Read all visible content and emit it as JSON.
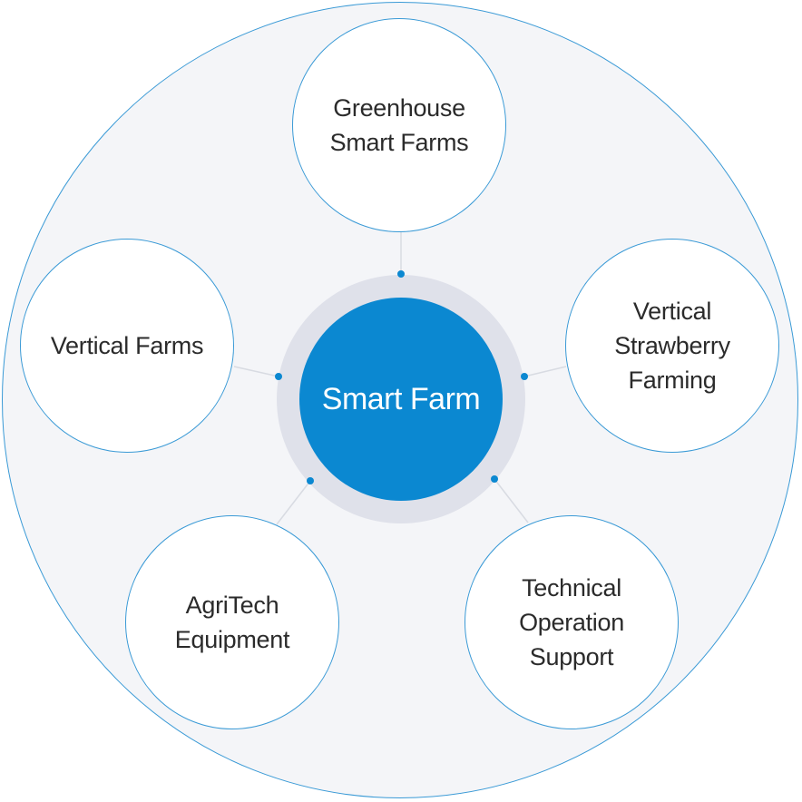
{
  "diagram": {
    "center": {
      "label": "Smart Farm"
    },
    "nodes": [
      {
        "id": "greenhouse",
        "label": "Greenhouse\nSmart Farms"
      },
      {
        "id": "strawberry",
        "label": "Vertical\nStrawberry\nFarming"
      },
      {
        "id": "technical",
        "label": "Technical\nOperation\nSupport"
      },
      {
        "id": "agritech",
        "label": "AgriTech\nEquipment"
      },
      {
        "id": "vertical",
        "label": "Vertical Farms"
      }
    ]
  },
  "colors": {
    "accent": "#0b88d1",
    "outline": "#3a9ad6",
    "background": "#f4f5f8",
    "ring": "#dfe1ea",
    "connector": "#d8dbe2",
    "text": "#2b2b2b"
  }
}
